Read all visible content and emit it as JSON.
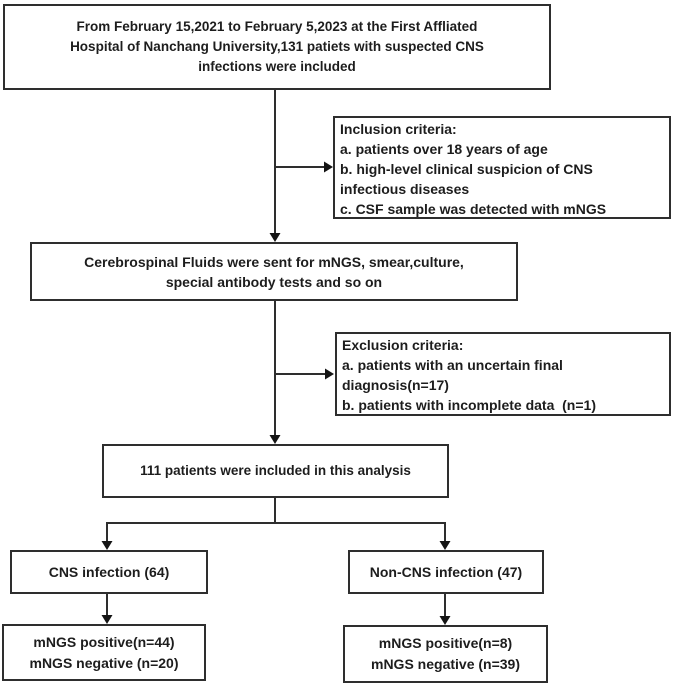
{
  "flowchart": {
    "boxes": {
      "enrollment": {
        "text": "From February 15,2021 to February 5,2023 at the First Affliated\nHospital of Nanchang University,131 patiets with suspected CNS\ninfections were included"
      },
      "inclusion": {
        "text": "Inclusion criteria:\na. patients over 18 years of age\nb. high-level clinical suspicion of CNS\ninfectious diseases\nc. CSF sample was detected with mNGS"
      },
      "csf_tests": {
        "text": "Cerebrospinal Fluids were sent for mNGS, smear,culture,\nspecial antibody tests and so on"
      },
      "exclusion": {
        "text": "Exclusion criteria:\na. patients with an uncertain final\ndiagnosis(n=17)\nb. patients with incomplete data  (n=1)"
      },
      "analysis": {
        "text": "111 patients were included in this analysis"
      },
      "cns_infection": {
        "text": "CNS infection (64)"
      },
      "non_cns_infection": {
        "text": "Non-CNS infection (47)"
      },
      "cns_mngs_results": {
        "text": "mNGS positive(n=44)\nmNGS negative (n=20)"
      },
      "non_cns_mngs_results": {
        "text": "mNGS positive(n=8)\nmNGS negative (n=39)"
      }
    },
    "counts": {
      "screened": 131,
      "excluded_uncertain_diagnosis": 17,
      "excluded_incomplete_data": 1,
      "analyzed": 111,
      "cns_infection": 64,
      "non_cns_infection": 47,
      "cns_mngs_positive": 44,
      "cns_mngs_negative": 20,
      "non_cns_mngs_positive": 8,
      "non_cns_mngs_negative": 39
    },
    "colors": {
      "border": "#2e2e2e",
      "text": "#1d1d1d",
      "background": "#ffffff"
    }
  }
}
